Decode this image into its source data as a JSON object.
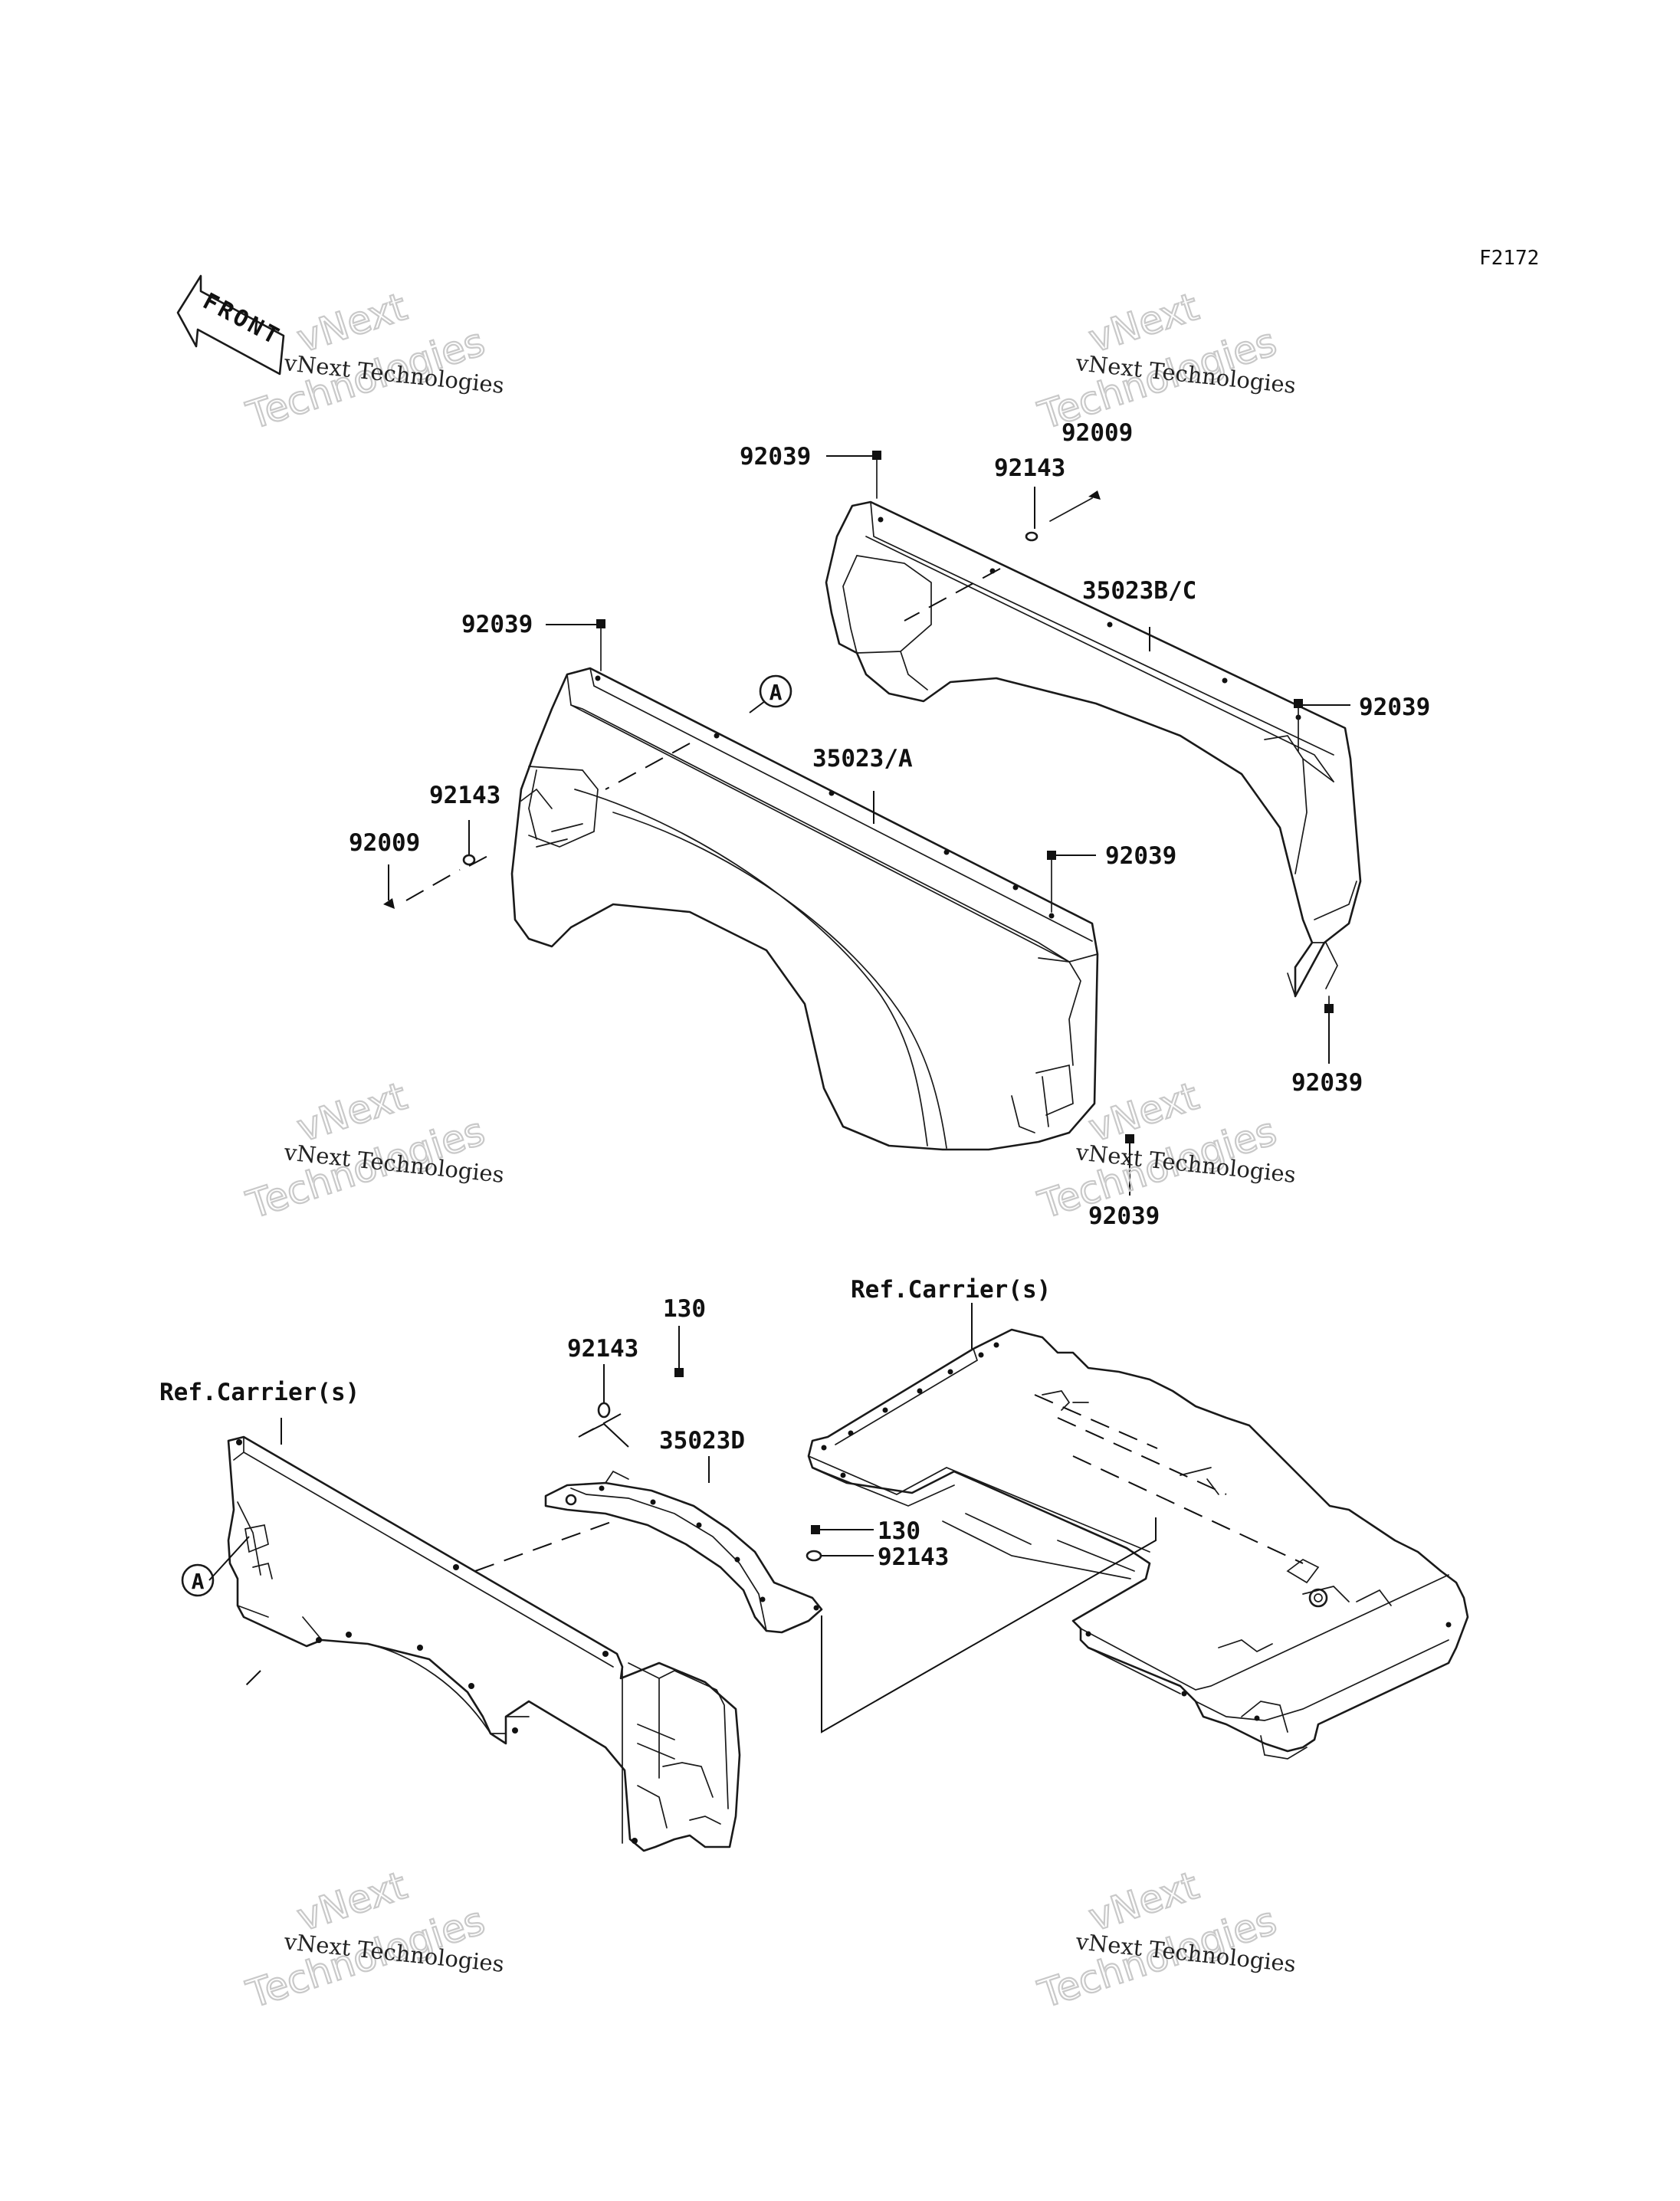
{
  "diagram_code": "F2172",
  "front_arrow": {
    "text": "FRONT"
  },
  "callouts": [
    {
      "id": "c1",
      "text": "92039"
    },
    {
      "id": "c2",
      "text": "92009"
    },
    {
      "id": "c3",
      "text": "92143"
    },
    {
      "id": "c4",
      "text": "35023B/C"
    },
    {
      "id": "c5",
      "text": "92039"
    },
    {
      "id": "c6",
      "text": "92039"
    },
    {
      "id": "c7",
      "text": "92039"
    },
    {
      "id": "c8",
      "text": "35023/A"
    },
    {
      "id": "c9",
      "text": "92143"
    },
    {
      "id": "c10",
      "text": "92009"
    },
    {
      "id": "c11",
      "text": "92039"
    },
    {
      "id": "c12",
      "text": "92039"
    },
    {
      "id": "c13",
      "text": "130"
    },
    {
      "id": "c14",
      "text": "92143"
    },
    {
      "id": "c15",
      "text": "35023D"
    },
    {
      "id": "c16",
      "text": "130"
    },
    {
      "id": "c17",
      "text": "92143"
    },
    {
      "id": "c18",
      "text": "Ref.Carrier(s)"
    },
    {
      "id": "c19",
      "text": "Ref.Carrier(s)"
    }
  ],
  "ref_markers": [
    {
      "id": "a_top",
      "text": "A"
    },
    {
      "id": "a_bottom",
      "text": "A"
    }
  ],
  "watermarks": [
    {
      "small": "vNext Technologies",
      "big_top": "vNext",
      "big_bottom": "Technologies"
    },
    {
      "small": "vNext Technologies",
      "big_top": "vNext",
      "big_bottom": "Technologies"
    },
    {
      "small": "vNext Technologies",
      "big_top": "vNext",
      "big_bottom": "Technologies"
    },
    {
      "small": "vNext Technologies",
      "big_top": "vNext",
      "big_bottom": "Technologies"
    },
    {
      "small": "vNext Technologies",
      "big_top": "vNext",
      "big_bottom": "Technologies"
    },
    {
      "small": "vNext Technologies",
      "big_top": "vNext",
      "big_bottom": "Technologies"
    }
  ]
}
